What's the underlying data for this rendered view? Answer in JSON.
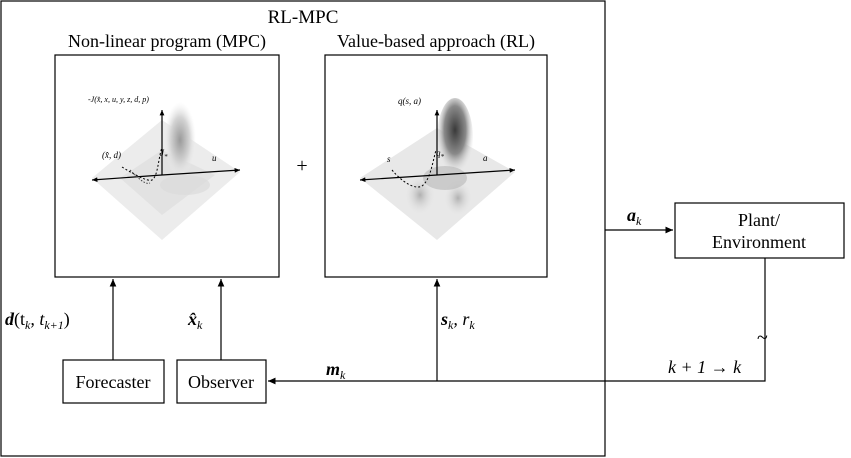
{
  "main_title": "RL-MPC",
  "left_panel": {
    "title": "Non-linear program (MPC)",
    "z_axis_label": "-J(x̂, x, u, y, z, d, p)",
    "point_label": "(x̂, d)",
    "optimum_label": "J",
    "optimum_sub": "*",
    "u_axis_label": "u"
  },
  "plus_sign": "+",
  "right_panel": {
    "title": "Value-based approach (RL)",
    "z_axis_label": "q(s, a)",
    "s_axis_label": "s",
    "optimum_label": "q",
    "optimum_sub": "*",
    "a_axis_label": "a"
  },
  "blocks": {
    "forecaster": "Forecaster",
    "observer": "Observer",
    "plant_line1": "Plant/",
    "plant_line2": "Environment"
  },
  "signals": {
    "forecast": {
      "main": "d",
      "paren": "(t",
      "sub1": "k",
      "mid": ", t",
      "sub2": "k+1",
      "close": ")"
    },
    "state_estimate": {
      "main": "x̂",
      "sub": "k"
    },
    "state_reward": {
      "s": "s",
      "s_sub": "k",
      "sep": ", r",
      "r_sub": "k"
    },
    "measurement": {
      "main": "m",
      "sub": "k"
    },
    "action": {
      "main": "a",
      "sub": "k"
    },
    "time_step": "k + 1 → k",
    "delay_symbol": "~"
  },
  "colors": {
    "line": "#000000",
    "surface_light": "#e6e6e6",
    "surface_dark": "#555555"
  }
}
